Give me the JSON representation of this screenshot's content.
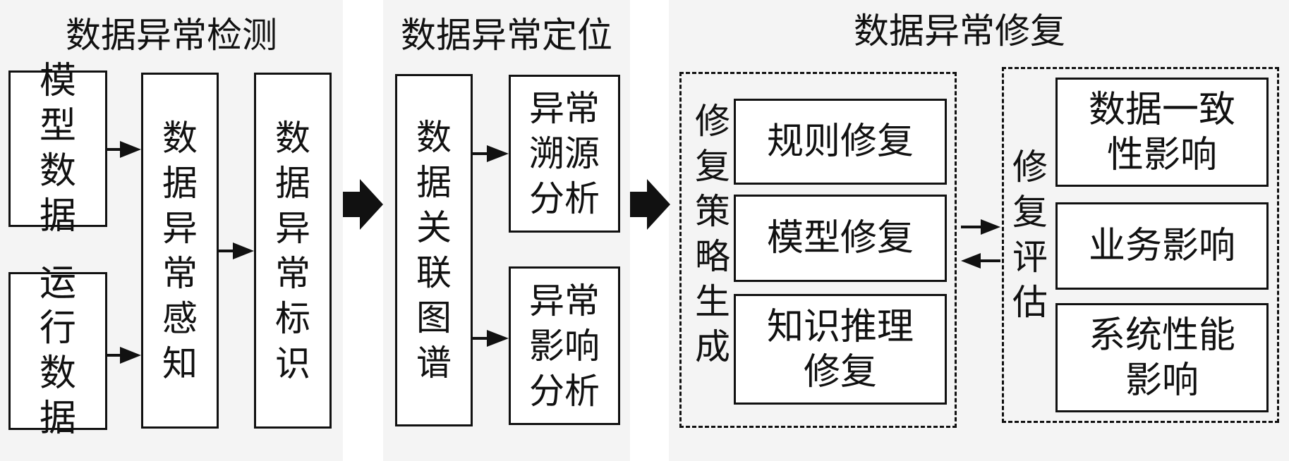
{
  "detection": {
    "title": "数据异常检测",
    "model_data": "模型数据",
    "runtime_data": "运行数据",
    "perception": "数据异常感知",
    "marking": "数据异常标识"
  },
  "localization": {
    "title": "数据异常定位",
    "graph": "数据关联图谱",
    "tracing": "异常溯源分析",
    "impact": "异常影响分析"
  },
  "repair": {
    "title": "数据异常修复",
    "strategy_label": "修复策略生成",
    "rule_repair": "规则修复",
    "model_repair": "模型修复",
    "knowledge_repair": "知识推理修复",
    "eval_label": "修复评估",
    "consistency": "数据一致性影响",
    "business": "业务影响",
    "performance": "系统性能影响"
  }
}
